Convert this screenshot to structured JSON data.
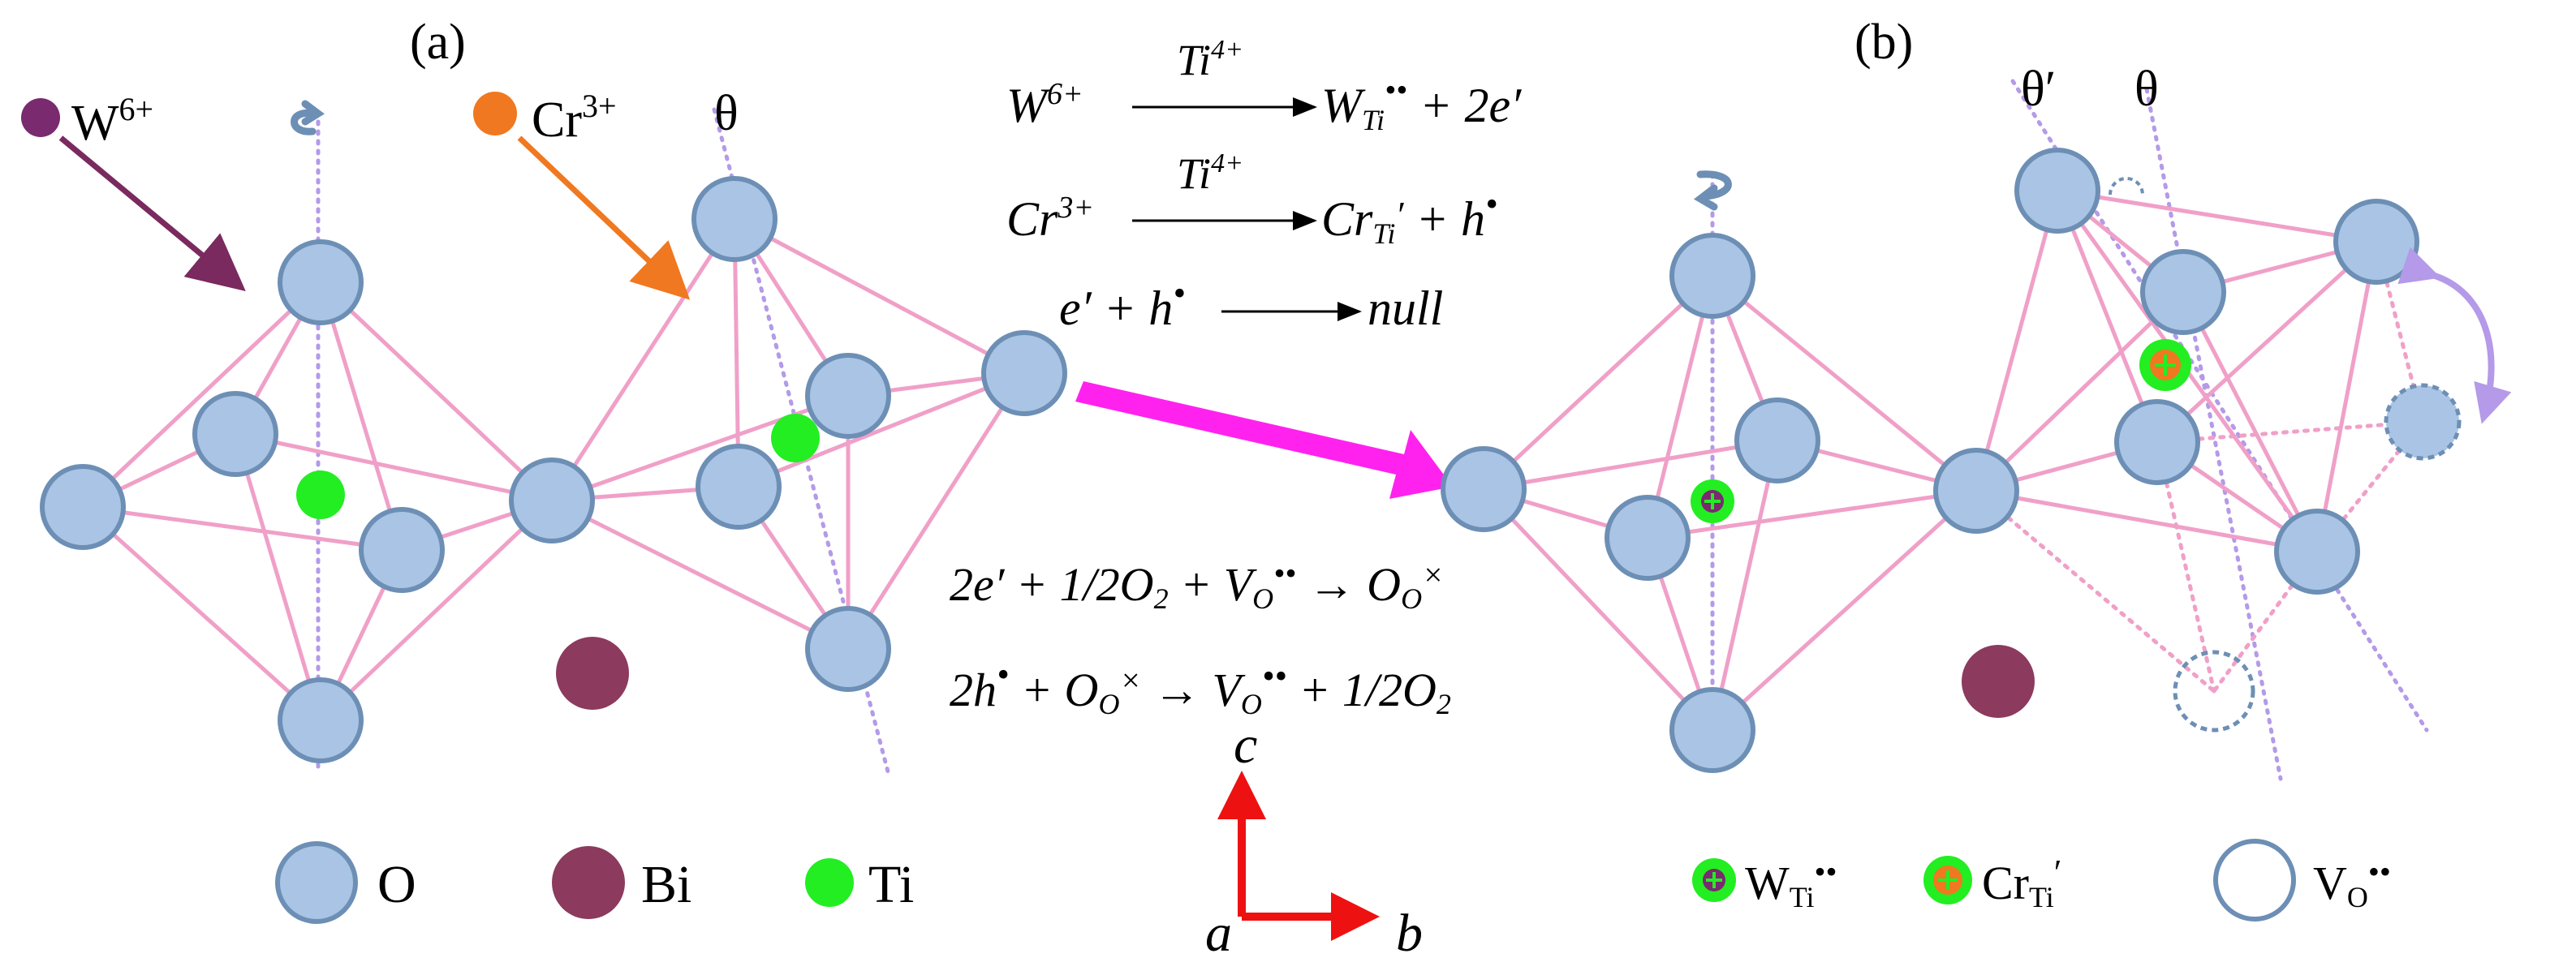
{
  "panels": {
    "a": "(a)",
    "b": "(b)"
  },
  "angles": {
    "theta": "θ",
    "theta_prime": "θ′"
  },
  "ion_labels": {
    "w": {
      "base": "W",
      "charge": "6+"
    },
    "cr": {
      "base": "Cr",
      "charge": "3+"
    }
  },
  "equations": {
    "eq1": {
      "lhs": "W",
      "lhs_sup": "6+",
      "over": "Ti",
      "over_sup": "4+",
      "rhs": "W",
      "rhs_sub": "Ti",
      "rhs_sup": "••",
      "tail": " + 2e′"
    },
    "eq2": {
      "lhs": "Cr",
      "lhs_sup": "3+",
      "over": "Ti",
      "over_sup": "4+",
      "rhs": "Cr",
      "rhs_sub": "Ti",
      "rhs_sup": "′",
      "tail": " + h",
      "tail_sup": "•"
    },
    "eq3": {
      "lhs": "e′ + h",
      "lhs_sup": "•",
      "rhs": "null"
    },
    "eq4": {
      "text1": "2e′ + 1/2O",
      "sub1": "2",
      "text2": " + V",
      "sub2": "O",
      "sup2": "••",
      "arrow": " → ",
      "text3": "O",
      "sub3": "O",
      "sup3": "×"
    },
    "eq5": {
      "text1": "2h",
      "sup1": "•",
      "text2": " + O",
      "sub2": "O",
      "sup2": "×",
      "arrow": " → ",
      "text3": "V",
      "sub3": "O",
      "sup3": "••",
      "text4": " + 1/2O",
      "sub4": "2"
    }
  },
  "axes": {
    "c": "c",
    "a": "a",
    "b": "b"
  },
  "legend_left": {
    "o": "O",
    "bi": "Bi",
    "ti": "Ti"
  },
  "legend_right": {
    "w_ti": {
      "base": "W",
      "sub": "Ti",
      "sup": "••"
    },
    "cr_ti": {
      "base": "Cr",
      "sub": "Ti",
      "sup": "′"
    },
    "v_o": {
      "base": "V",
      "sub": "O",
      "sup": "••"
    }
  },
  "colors": {
    "oxygen_fill": "#a9c4e4",
    "oxygen_stroke": "#6d8fb5",
    "bond": "#f0a0c8",
    "bi": "#8c3a5e",
    "ti": "#22ee22",
    "w_marker": "#7a2a6e",
    "cr_marker": "#f07820",
    "axis_dotted": "#b49ae8",
    "big_arrow": "#ff22ee",
    "axis_arrow": "#ee1111"
  }
}
